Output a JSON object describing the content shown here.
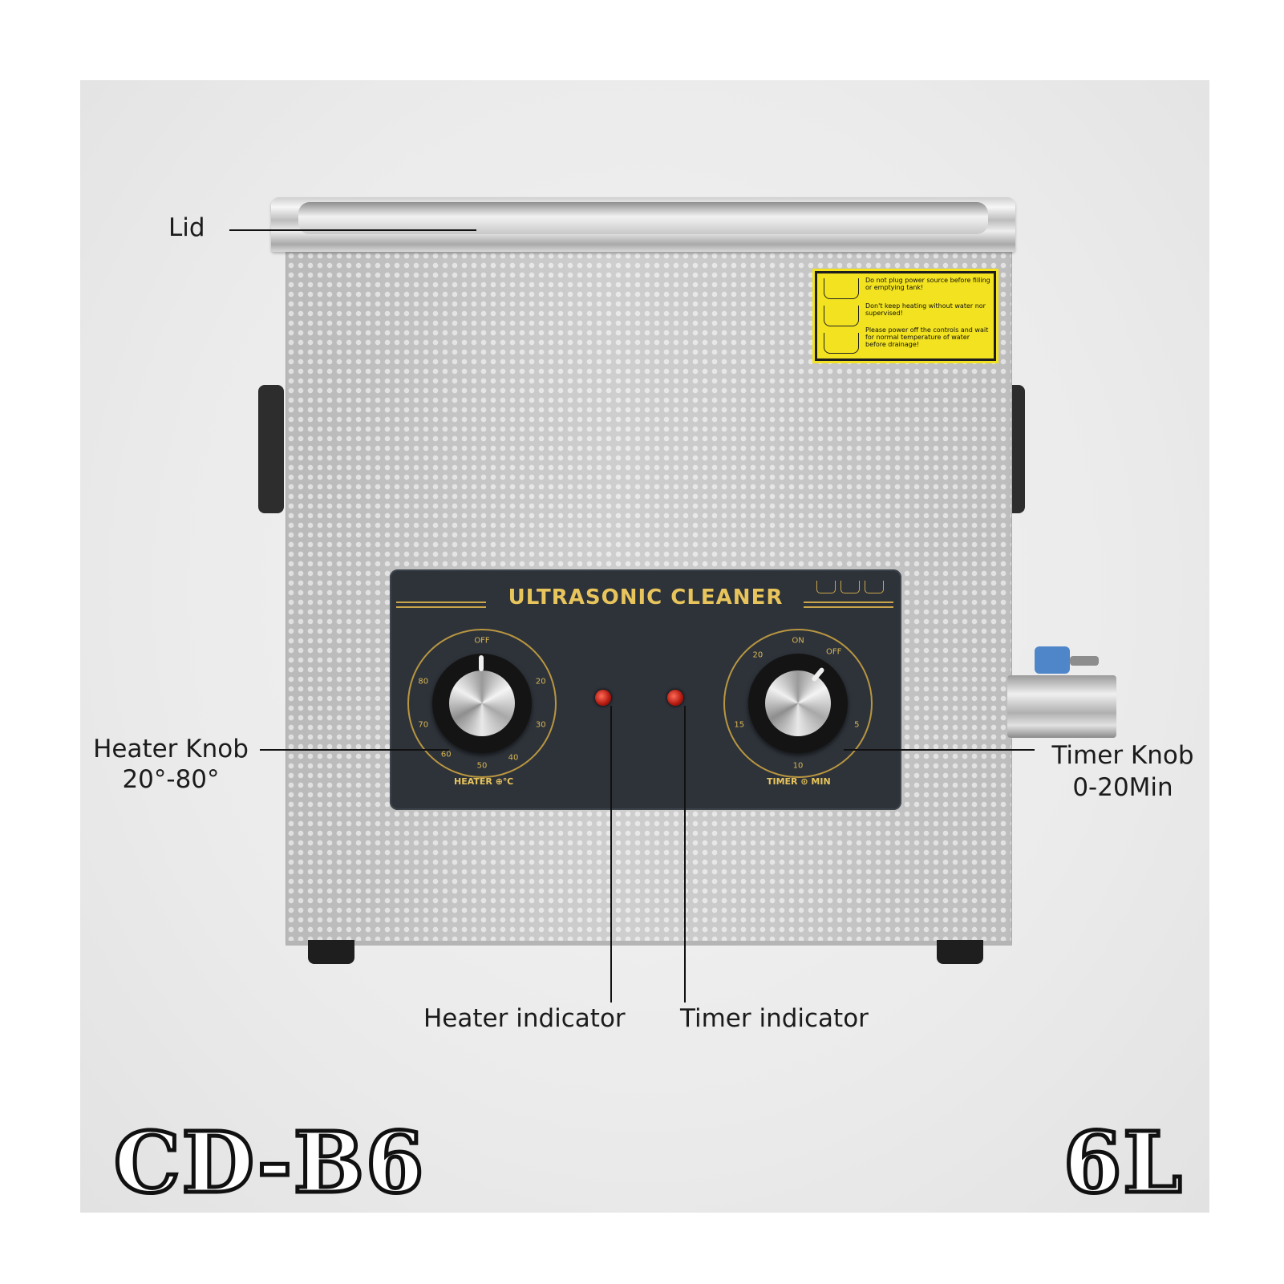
{
  "callouts": {
    "lid": "Lid",
    "heater_knob_line1": "Heater Knob",
    "heater_knob_line2": "20°-80°",
    "timer_knob_line1": "Timer Knob",
    "timer_knob_line2": "0-20Min",
    "heater_indicator": "Heater indicator",
    "timer_indicator": "Timer indicator"
  },
  "panel": {
    "title": "ULTRASONIC CLEANER",
    "heater_caption": "HEATER ⊕℃",
    "timer_caption": "TIMER ⊙ MIN",
    "heater_scale": [
      "OFF",
      "20",
      "30",
      "40",
      "50",
      "60",
      "70",
      "80"
    ],
    "timer_scale": [
      "ON",
      "OFF",
      "5",
      "10",
      "15",
      "20"
    ]
  },
  "warning_label": {
    "line1": "Do not plug power source before filling or emptying tank!",
    "line2": "Don't keep heating without water nor supervised!",
    "line3": "Please power off the controls and wait for normal temperature of water before drainage!"
  },
  "model": "CD-B6",
  "capacity": "6L",
  "colors": {
    "panel": "#2e333a",
    "panel_gold": "#e8c45c",
    "warning_yellow": "#f2e21f",
    "indicator_red": "#d8281b",
    "valve_blue": "#4f86c9"
  }
}
